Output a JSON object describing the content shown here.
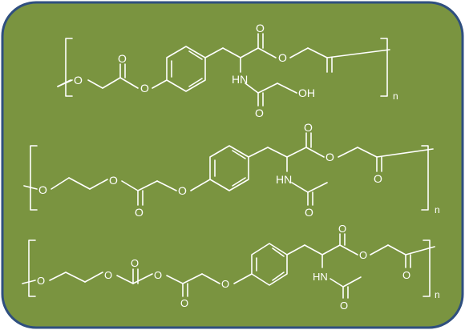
{
  "colors": {
    "panel_fill": "#7a9440",
    "panel_border": "#2f4f7f",
    "bond": "#ffffff",
    "label": "#ffffff"
  },
  "structures": [
    {
      "id": "polymer-1",
      "atoms": [
        "O",
        "O",
        "O",
        "O",
        "O",
        "HN",
        "O",
        "OH"
      ],
      "repeat_subscript": "n"
    },
    {
      "id": "polymer-2",
      "atoms": [
        "O",
        "O",
        "O",
        "O",
        "O",
        "O",
        "HN",
        "O",
        "O"
      ],
      "repeat_subscript": "n"
    },
    {
      "id": "polymer-3",
      "atoms": [
        "O",
        "O",
        "O",
        "O",
        "O",
        "O",
        "O",
        "O",
        "HN",
        "O",
        "O"
      ],
      "repeat_subscript": "n"
    }
  ]
}
